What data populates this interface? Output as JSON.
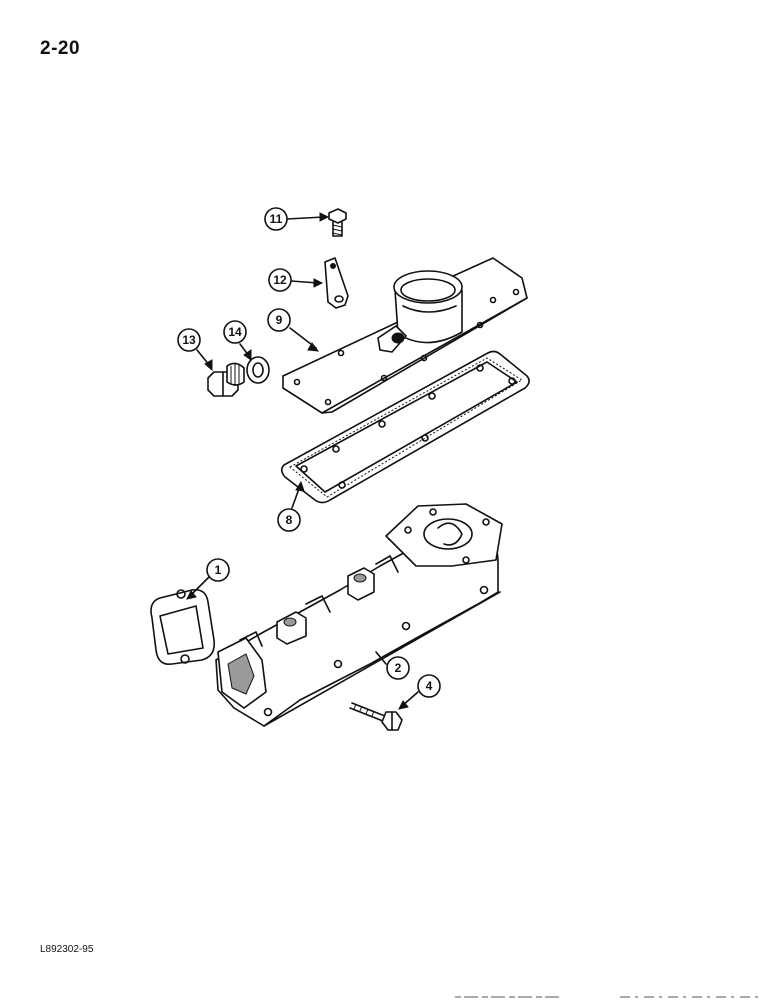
{
  "page": {
    "page_number": "2-20",
    "reference_code": "L892302-95"
  },
  "callouts": [
    {
      "id": "callout-1",
      "label": "1"
    },
    {
      "id": "callout-2",
      "label": "2"
    },
    {
      "id": "callout-4",
      "label": "4"
    },
    {
      "id": "callout-8",
      "label": "8"
    },
    {
      "id": "callout-9",
      "label": "9"
    },
    {
      "id": "callout-11",
      "label": "11"
    },
    {
      "id": "callout-12",
      "label": "12"
    },
    {
      "id": "callout-13",
      "label": "13"
    },
    {
      "id": "callout-14",
      "label": "14"
    }
  ]
}
